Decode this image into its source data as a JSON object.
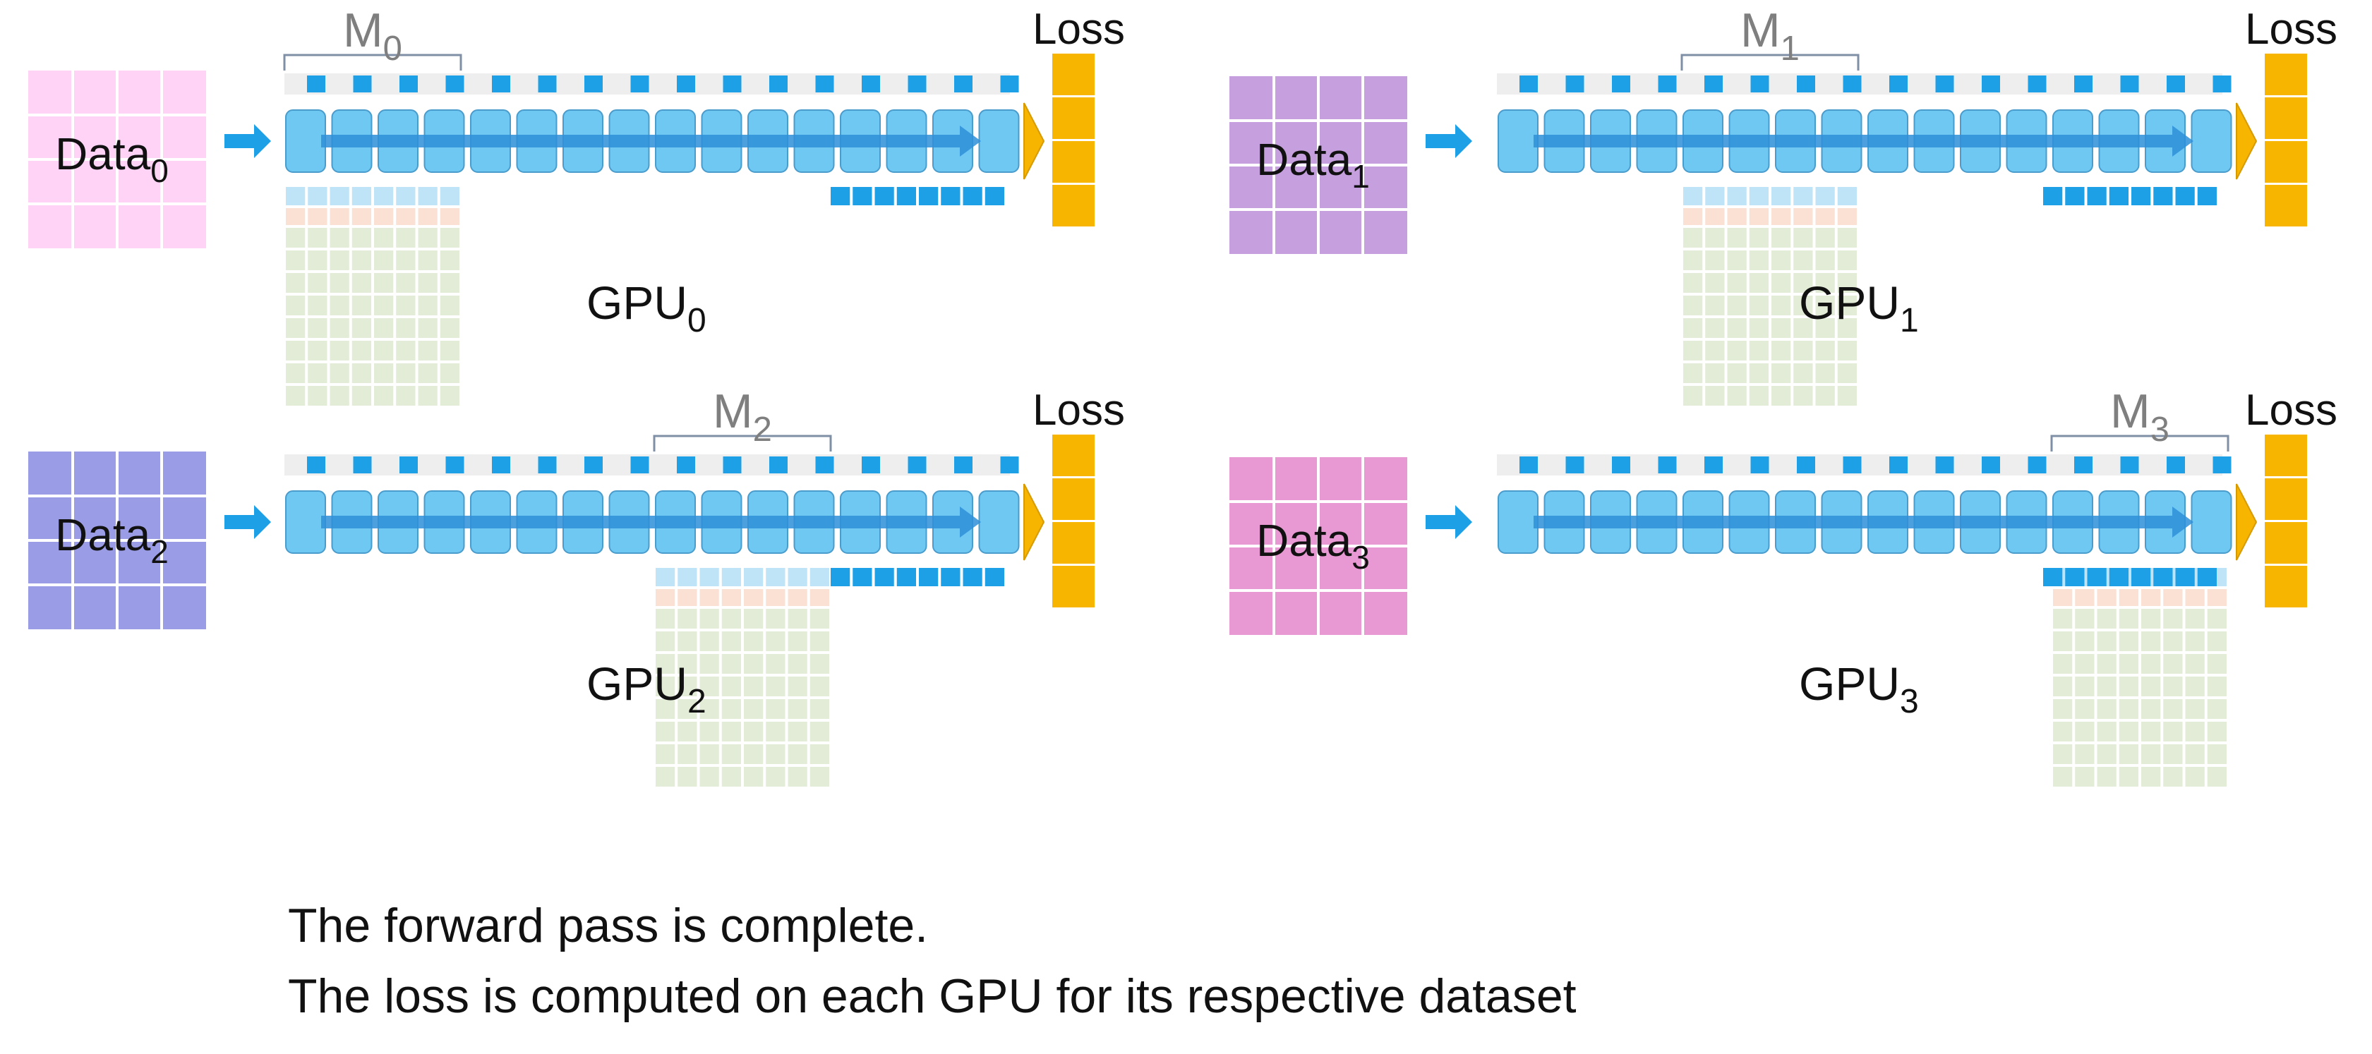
{
  "colors": {
    "layer_fill": "#6fc8f2",
    "layer_stroke": "#4a9ccc",
    "flow_arrow": "#2e8fd8",
    "param_block": "#1ea0e6",
    "param_strip_bg": "#eeeeee",
    "grad_light": "#bfe4f8",
    "optimizer_row": "#fbe1d4",
    "optimizer_grid": "#e2ecd6",
    "loss": "#f7b500",
    "bracket": "#7f8fa6",
    "shard_label": "#7f7f7f",
    "text": "#111111"
  },
  "loss_label": "Loss",
  "gpus": [
    {
      "data_label": "Data",
      "data_sub": "0",
      "gpu_label": "GPU",
      "gpu_sub": "0",
      "shard_label": "M",
      "shard_sub": "0",
      "shard_index": 0,
      "data_color": "#ffd3f6"
    },
    {
      "data_label": "Data",
      "data_sub": "1",
      "gpu_label": "GPU",
      "gpu_sub": "1",
      "shard_label": "M",
      "shard_sub": "1",
      "shard_index": 1,
      "data_color": "#c59fde"
    },
    {
      "data_label": "Data",
      "data_sub": "2",
      "gpu_label": "GPU",
      "gpu_sub": "2",
      "shard_label": "M",
      "shard_sub": "2",
      "shard_index": 2,
      "data_color": "#9b9ce6"
    },
    {
      "data_label": "Data",
      "data_sub": "3",
      "gpu_label": "GPU",
      "gpu_sub": "3",
      "shard_label": "M",
      "shard_sub": "3",
      "shard_index": 3,
      "data_color": "#e898d2"
    }
  ],
  "caption": {
    "line1": "The forward pass is complete.",
    "line2": "The loss is computed on each GPU for its respective dataset"
  }
}
